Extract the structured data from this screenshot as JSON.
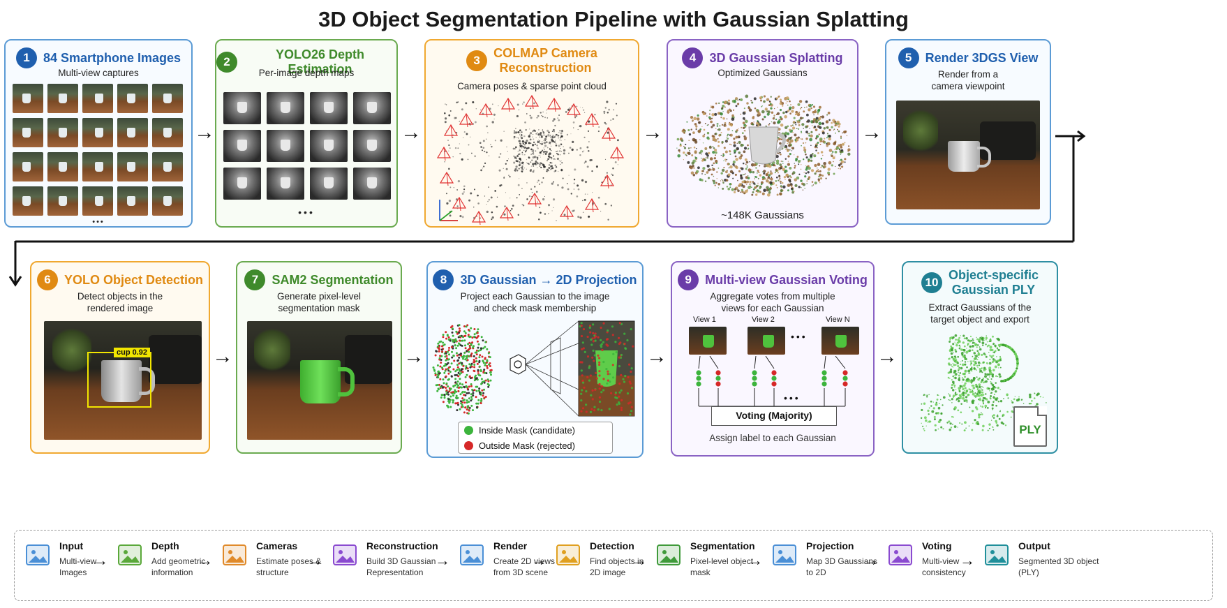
{
  "title": "3D Object Segmentation Pipeline with Gaussian Splatting",
  "panels": [
    {
      "num": "1",
      "title": "84 Smartphone Images",
      "subtitle": "Multi-view captures",
      "extra": "•••"
    },
    {
      "num": "2",
      "title": "YOLO26 Depth Estimation",
      "subtitle": "Per-image depth maps",
      "extra": "•••"
    },
    {
      "num": "3",
      "title": "COLMAP Camera Reconstruction",
      "title_l1": "COLMAP Camera",
      "title_l2": "Reconstruction",
      "subtitle": "Camera poses & sparse point cloud"
    },
    {
      "num": "4",
      "title": "3D Gaussian Splatting",
      "subtitle": "Optimized Gaussians",
      "extra": "~148K Gaussians"
    },
    {
      "num": "5",
      "title": "Render 3DGS View",
      "subtitle_l1": "Render from a",
      "subtitle_l2": "camera viewpoint"
    },
    {
      "num": "6",
      "title": "YOLO Object Detection",
      "subtitle_l1": "Detect objects in the",
      "subtitle_l2": "rendered image",
      "bbox_label": "cup 0.92"
    },
    {
      "num": "7",
      "title": "SAM2 Segmentation",
      "subtitle_l1": "Generate pixel-level",
      "subtitle_l2": "segmentation mask"
    },
    {
      "num": "8",
      "title": "3D Gaussian → 2D Projection",
      "subtitle_l1": "Project each Gaussian to the image",
      "subtitle_l2": "and check mask membership",
      "legend_inside": "Inside Mask (candidate)",
      "legend_outside": "Outside Mask (rejected)"
    },
    {
      "num": "9",
      "title": "Multi-view Gaussian Voting",
      "subtitle_l1": "Aggregate votes from multiple",
      "subtitle_l2": "views for each Gaussian",
      "view1": "View 1",
      "view2": "View 2",
      "viewN": "View N",
      "ellipsis": "•••",
      "voting": "Voting (Majority)",
      "assign": "Assign label to each Gaussian"
    },
    {
      "num": "10",
      "title_l1": "Object-specific",
      "title_l2": "Gaussian PLY",
      "subtitle_l1": "Extract Gaussians of the",
      "subtitle_l2": "target object and export",
      "file_label": "PLY"
    }
  ],
  "steps": [
    {
      "label": "Input",
      "desc_l1": "Multi-view",
      "desc_l2": "Images",
      "icon": "image-icon"
    },
    {
      "label": "Depth",
      "desc_l1": "Add geometric",
      "desc_l2": "information",
      "icon": "depth-image-icon"
    },
    {
      "label": "Cameras",
      "desc_l1": "Estimate poses &",
      "desc_l2": "structure",
      "icon": "camera-icon"
    },
    {
      "label": "Reconstruction",
      "desc_l1": "Build 3D Gaussian",
      "desc_l2": "Representation",
      "icon": "network-icon"
    },
    {
      "label": "Render",
      "desc_l1": "Create 2D views",
      "desc_l2": "from 3D scene",
      "icon": "render-image-icon"
    },
    {
      "label": "Detection",
      "desc_l1": "Find objects in",
      "desc_l2": "2D image",
      "icon": "detection-icon"
    },
    {
      "label": "Segmentation",
      "desc_l1": "Pixel-level object",
      "desc_l2": "mask",
      "icon": "segmentation-icon"
    },
    {
      "label": "Projection",
      "desc_l1": "Map 3D Gaussians",
      "desc_l2": "to 2D",
      "icon": "projection-icon"
    },
    {
      "label": "Voting",
      "desc_l1": "Multi-view",
      "desc_l2": "consistency",
      "icon": "voting-icon"
    },
    {
      "label": "Output",
      "desc_l1": "Segmented 3D object",
      "desc_l2": "(PLY)",
      "icon": "export-icon"
    }
  ],
  "arrow_glyph": "→",
  "colors": {
    "blue": "#1f5fae",
    "green": "#3f8a2b",
    "orange": "#e08a12",
    "purple": "#6a3ca8",
    "teal": "#1f7f92",
    "inside": "#3cb43c",
    "outside": "#d62828"
  }
}
